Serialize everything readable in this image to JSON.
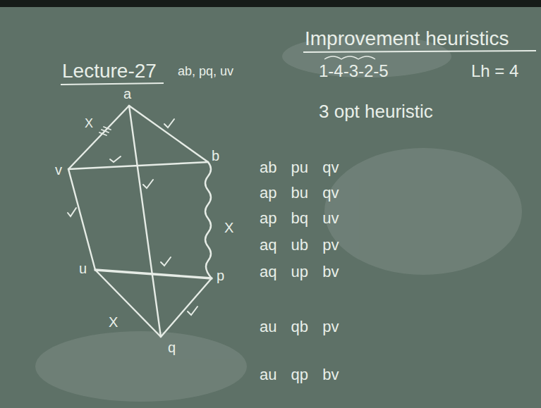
{
  "diagram": {
    "title": "Improvement heuristics",
    "labels": [
      "Lecture-27",
      "ab, pq, uv",
      "1-4-3-2-5",
      "Lh = 4",
      "3 opt heuristic",
      "ab pu qv",
      "ap bu qv",
      "ap bq uv",
      "aq ub pv",
      "aq up bv",
      "au qb pv",
      "au qp bv",
      "a",
      "b",
      "p",
      "q",
      "u",
      "v",
      "X",
      "X",
      "X"
    ]
  }
}
